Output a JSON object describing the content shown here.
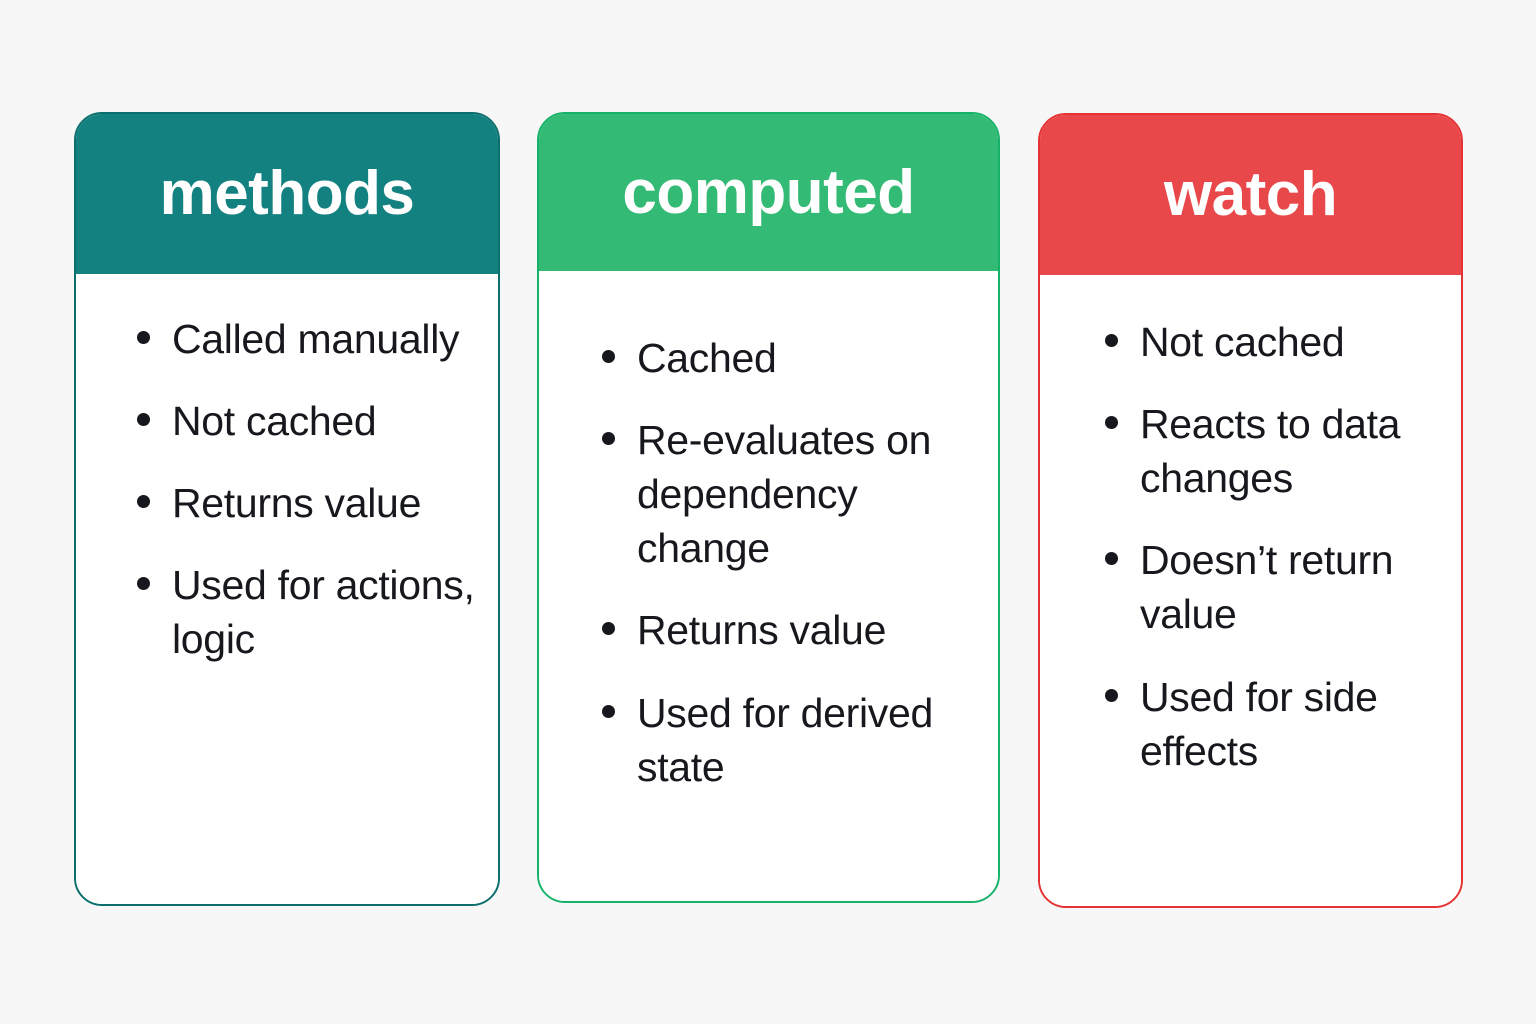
{
  "background_color": "#f7f7f7",
  "cards": [
    {
      "id": "methods",
      "title": "methods",
      "header_color": "#148181",
      "border_color": "#0d6e6e",
      "body_color": "#ffffff",
      "title_color": "#ffffff",
      "items": [
        "Called manually",
        "Not cached",
        "Returns value",
        "Used for actions, logic"
      ]
    },
    {
      "id": "computed",
      "title": "computed",
      "header_color": "#33ba74",
      "border_color": "#17b26a",
      "body_color": "#ffffff",
      "title_color": "#ffffff",
      "items": [
        "Cached",
        "Re-evaluates on dependency change",
        "Returns value",
        "Used for derived state"
      ]
    },
    {
      "id": "watch",
      "title": "watch",
      "header_color": "#e8484a",
      "border_color": "#e63232",
      "body_color": "#ffffff",
      "title_color": "#ffffff",
      "items": [
        "Not cached",
        "Reacts to data changes",
        "Doesn’t return value",
        "Used for side effects"
      ]
    }
  ]
}
